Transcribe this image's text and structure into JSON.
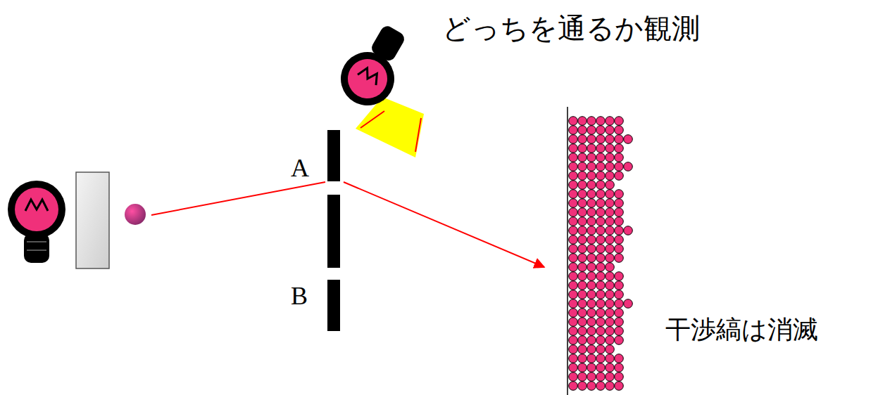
{
  "diagram": {
    "labels": [
      "どっちを通るか観測",
      "A",
      "B",
      "干渉縞は消滅"
    ]
  }
}
